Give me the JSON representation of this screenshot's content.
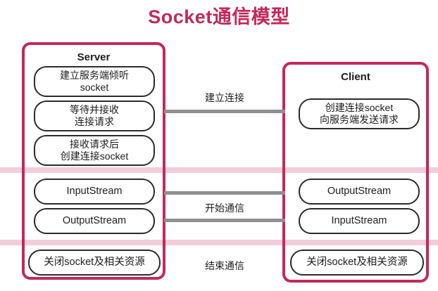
{
  "title": "Socket通信模型",
  "theme": {
    "accent": "#c2295a",
    "band": "#f2cdd9",
    "connector": "#8f8f8f",
    "box_border": "#2b2b2b",
    "text": "#1d1d1d",
    "background": "#ffffff"
  },
  "server": {
    "title": "Server",
    "steps": [
      {
        "label": "建立服务端倾听\nsocket"
      },
      {
        "label": "等待并接收\n连接请求"
      },
      {
        "label": "接收请求后\n创建连接socket"
      },
      {
        "label": "InputStream"
      },
      {
        "label": "OutputStream"
      },
      {
        "label": "关闭socket及相关资源"
      }
    ]
  },
  "client": {
    "title": "Client",
    "steps": [
      {
        "label": "创建连接socket\n向服务端发送请求"
      },
      {
        "label": "OutputStream"
      },
      {
        "label": "InputStream"
      },
      {
        "label": "关闭socket及相关资源"
      }
    ]
  },
  "phases": [
    {
      "label": "建立连接"
    },
    {
      "label": "开始通信"
    },
    {
      "label": "结束通信"
    }
  ],
  "connectors": [
    {
      "name": "establish-connection"
    },
    {
      "name": "stream-upper"
    },
    {
      "name": "stream-lower"
    }
  ]
}
